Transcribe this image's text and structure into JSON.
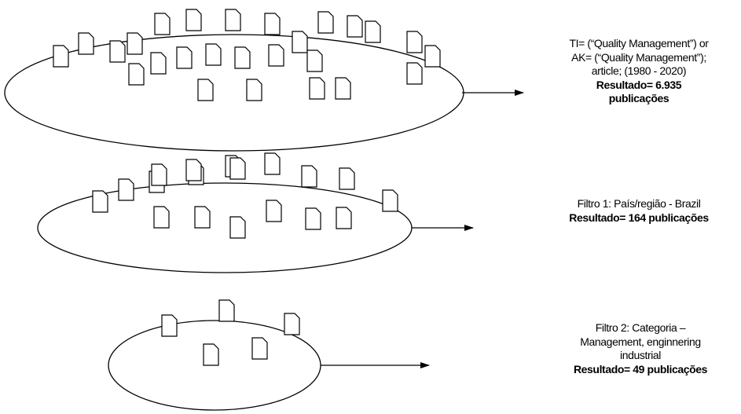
{
  "colors": {
    "stroke": "#000000",
    "background": "#ffffff"
  },
  "stages": [
    {
      "id": "stage-1",
      "description": [
        "TI= (“Quality Management”) or",
        "AK= (“Quality Management”);",
        "article; (1980 - 2020)"
      ],
      "result": [
        "Resultado= 6.935",
        "publicações"
      ]
    },
    {
      "id": "stage-2",
      "description": [
        "Filtro 1: País/região - Brazil"
      ],
      "result": [
        "Resultado= 164 publicações"
      ]
    },
    {
      "id": "stage-3",
      "description": [
        "Filtro 2: Categoria –",
        "Management, enginnering",
        "industrial"
      ],
      "result": [
        "Resultado= 49 publicações"
      ]
    }
  ]
}
